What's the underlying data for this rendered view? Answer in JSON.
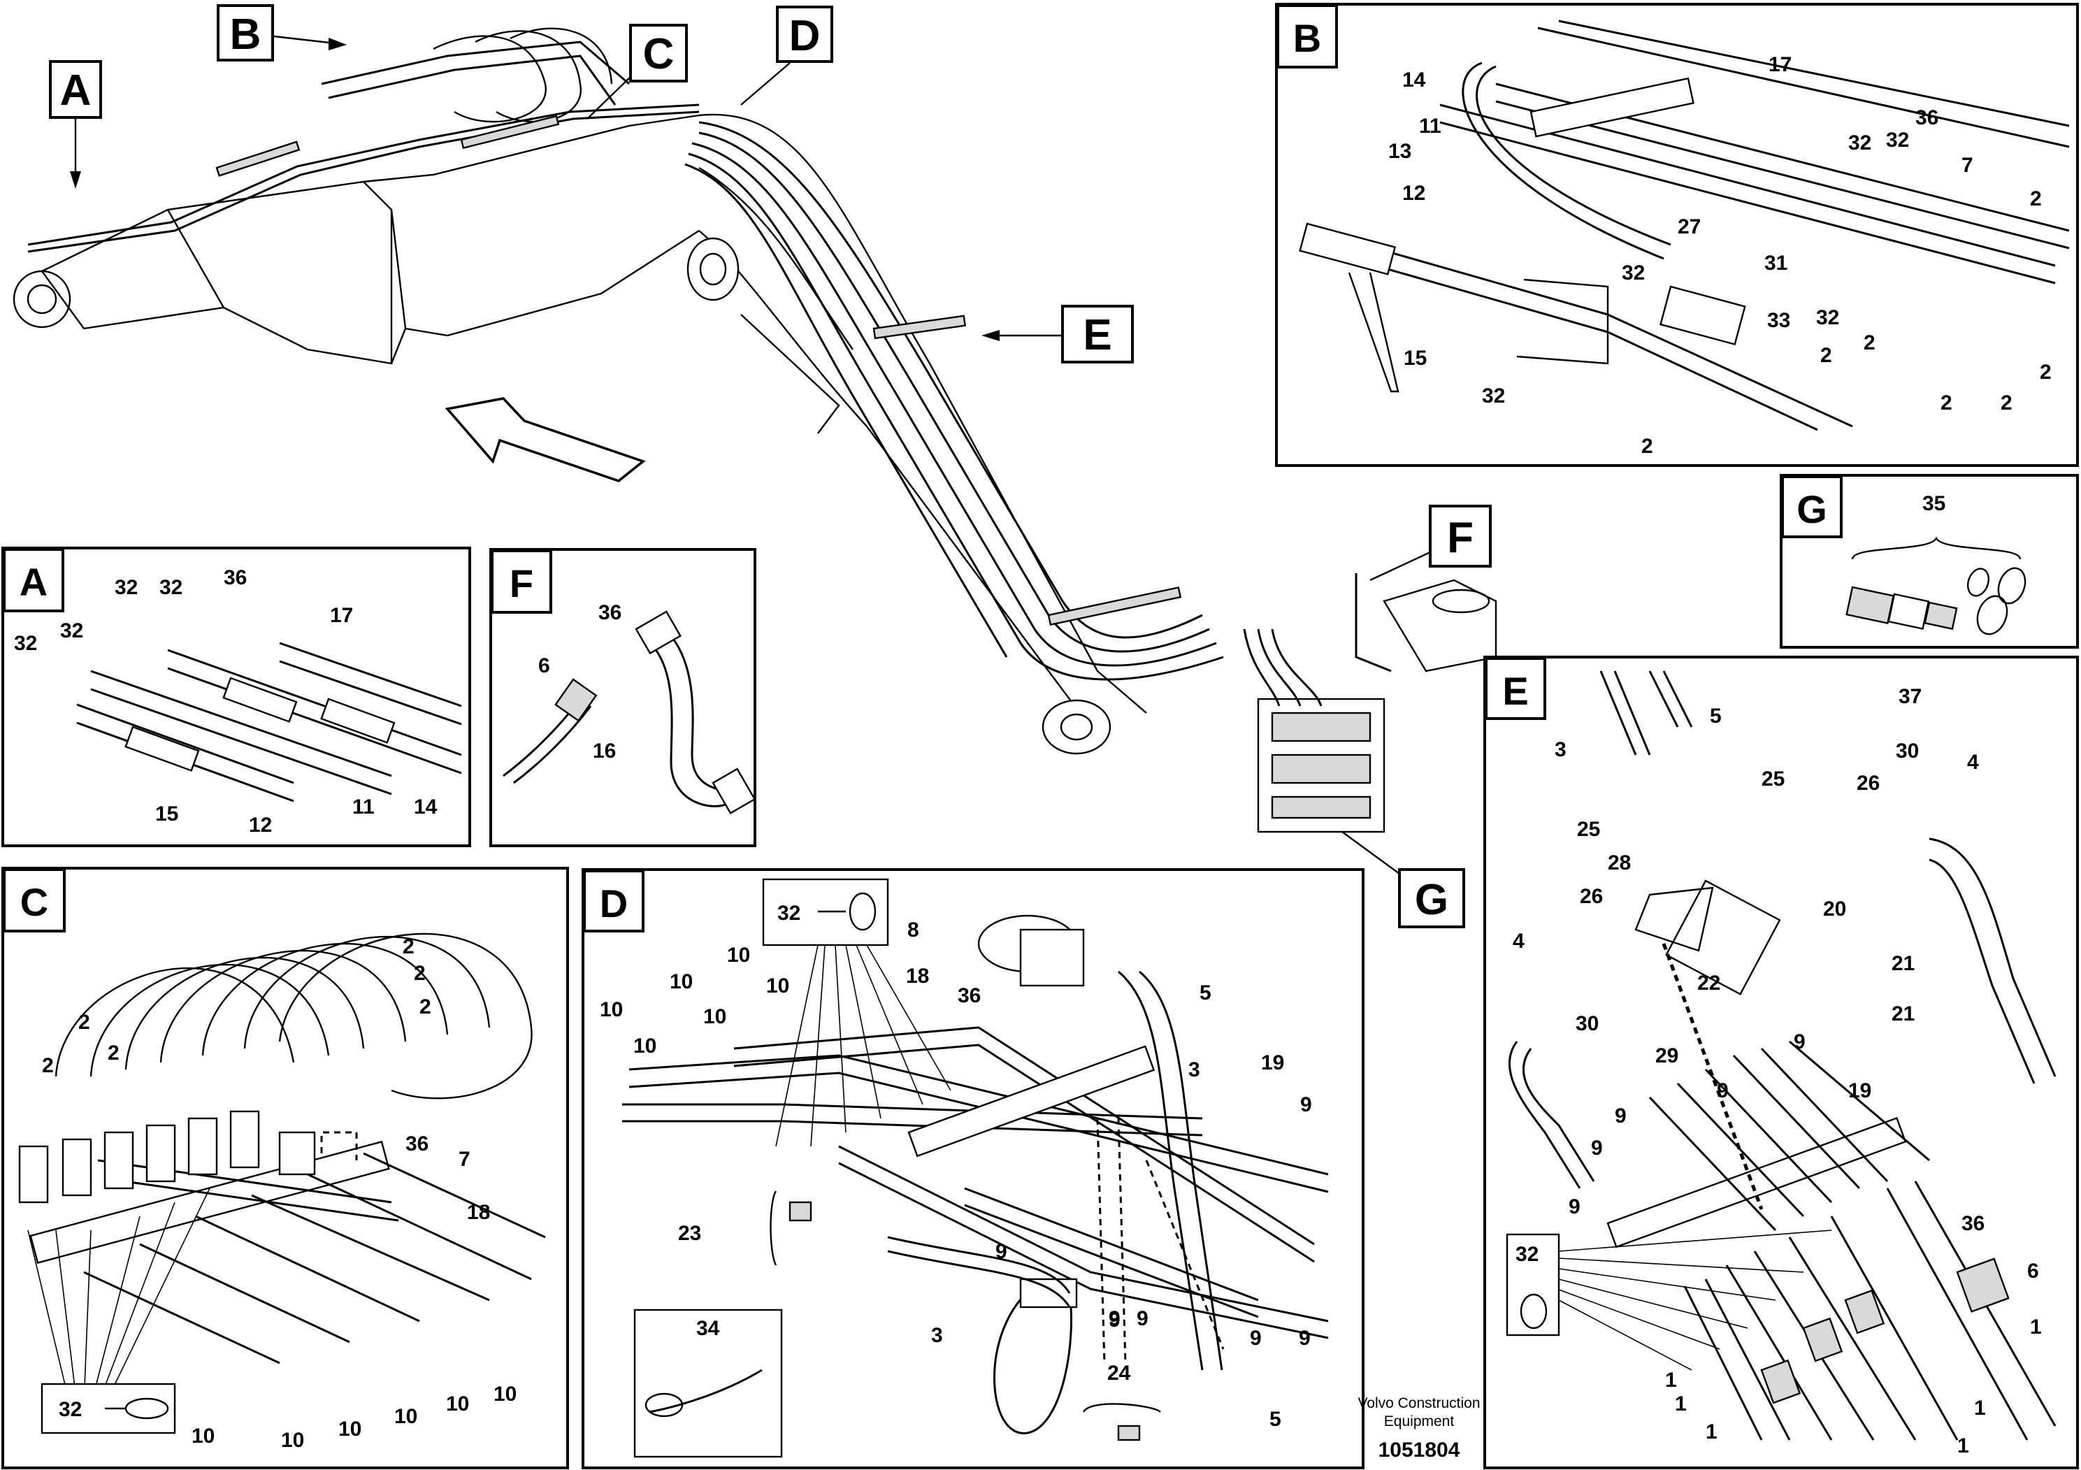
{
  "view_tags": {
    "A": "A",
    "B": "B",
    "C": "C",
    "D": "D",
    "E": "E",
    "F": "F",
    "G": "G"
  },
  "panels": {
    "B": {
      "title": "B",
      "callouts": [
        "14",
        "11",
        "13",
        "12",
        "17",
        "32",
        "32",
        "36",
        "7",
        "2",
        "27",
        "31",
        "33",
        "32",
        "32",
        "2",
        "15",
        "32",
        "2",
        "2",
        "2",
        "2",
        "2"
      ]
    },
    "G": {
      "title": "G",
      "callouts": [
        "35"
      ]
    },
    "A": {
      "title": "A",
      "callouts": [
        "32",
        "32",
        "36",
        "32",
        "32",
        "17",
        "15",
        "12",
        "11",
        "14"
      ]
    },
    "F": {
      "title": "F",
      "callouts": [
        "36",
        "6",
        "16"
      ]
    },
    "C": {
      "title": "C",
      "callouts": [
        "2",
        "2",
        "2",
        "2",
        "2",
        "2",
        "36",
        "7",
        "18",
        "32",
        "10",
        "10",
        "10",
        "10",
        "10",
        "10"
      ]
    },
    "D": {
      "title": "D",
      "callouts": [
        "32",
        "8",
        "5",
        "10",
        "10",
        "10",
        "10",
        "10",
        "10",
        "18",
        "36",
        "3",
        "19",
        "9",
        "9",
        "23",
        "9",
        "9",
        "9",
        "9",
        "9",
        "3",
        "34",
        "24",
        "5"
      ]
    },
    "E": {
      "title": "E",
      "callouts": [
        "5",
        "3",
        "37",
        "30",
        "25",
        "25",
        "26",
        "4",
        "28",
        "20",
        "26",
        "4",
        "22",
        "21",
        "21",
        "30",
        "29",
        "9",
        "9",
        "19",
        "9",
        "9",
        "9",
        "36",
        "32",
        "6",
        "1",
        "1",
        "1",
        "1",
        "1",
        "1"
      ]
    }
  },
  "footer": {
    "publisher_line1": "Volvo Construction",
    "publisher_line2": "Equipment",
    "drawing_number": "1051804"
  }
}
